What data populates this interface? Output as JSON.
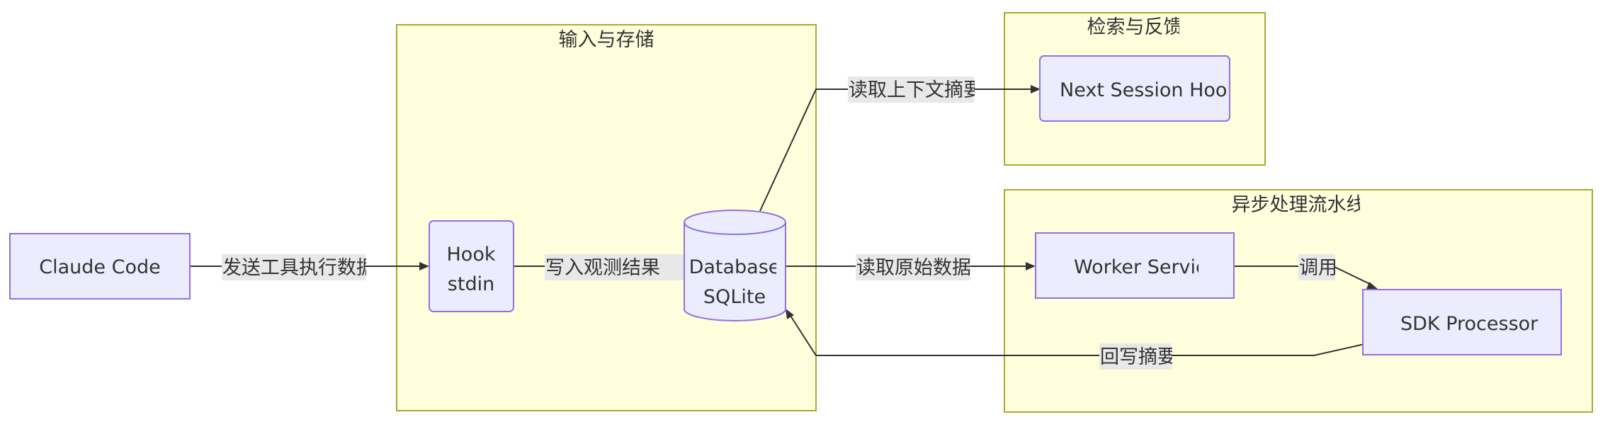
{
  "clusters": {
    "input_storage": {
      "title": "输入与存储"
    },
    "retrieval_feedback": {
      "title": "检索与反馈"
    },
    "async_pipeline": {
      "title": "异步处理流水线"
    }
  },
  "nodes": {
    "claude_code": {
      "label": "Claude Code"
    },
    "hook_stdin": {
      "line1": "Hook",
      "line2": "stdin"
    },
    "database": {
      "line1": "Database",
      "line2": "SQLite"
    },
    "next_session_hook": {
      "label": "Next Session Hook"
    },
    "worker_service": {
      "label": "Worker Service"
    },
    "sdk_processor": {
      "label": "SDK Processor"
    }
  },
  "edges": {
    "send_tool_data": {
      "label": "发送工具执行数据"
    },
    "write_observation": {
      "label": "写入观测结果"
    },
    "read_context_summary": {
      "label": "读取上下文摘要"
    },
    "read_raw_data": {
      "label": "读取原始数据"
    },
    "invoke": {
      "label": "调用"
    },
    "write_back_summary": {
      "label": "回写摘要"
    }
  },
  "colors": {
    "cluster_fill": "#ffffde",
    "cluster_stroke": "#aaaa33",
    "node_fill": "#ececff",
    "node_stroke": "#9370db",
    "edge": "#333333",
    "edge_label_bg": "#e8e8e8"
  }
}
